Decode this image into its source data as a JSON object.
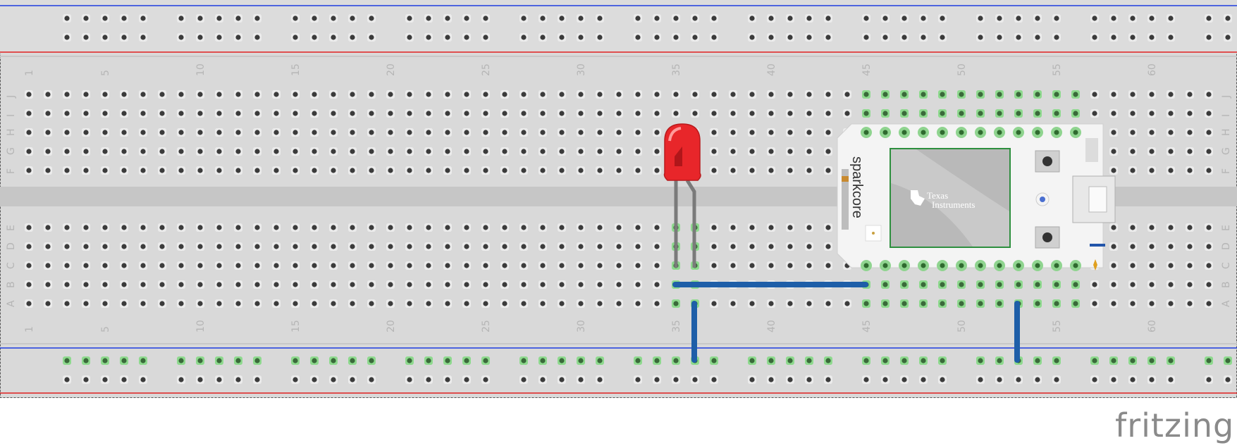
{
  "breadboard": {
    "column_numbers": [
      "1",
      "5",
      "10",
      "15",
      "20",
      "25",
      "30",
      "35",
      "40",
      "45",
      "50",
      "55",
      "60"
    ],
    "row_letters_top": [
      "J",
      "I",
      "H",
      "G",
      "F"
    ],
    "row_letters_bottom": [
      "E",
      "D",
      "C",
      "B",
      "A"
    ]
  },
  "components": {
    "led": {
      "color": "#e8262a",
      "label": "LED"
    },
    "board": {
      "label": "sparkcore",
      "chip_line1": "Texas",
      "chip_line2": "Instruments"
    },
    "wire_color": "#1e5ea8"
  },
  "rails": {
    "red_color": "#e02020",
    "blue_color": "#1e3ce0"
  },
  "brand": {
    "text": "fritzing"
  }
}
